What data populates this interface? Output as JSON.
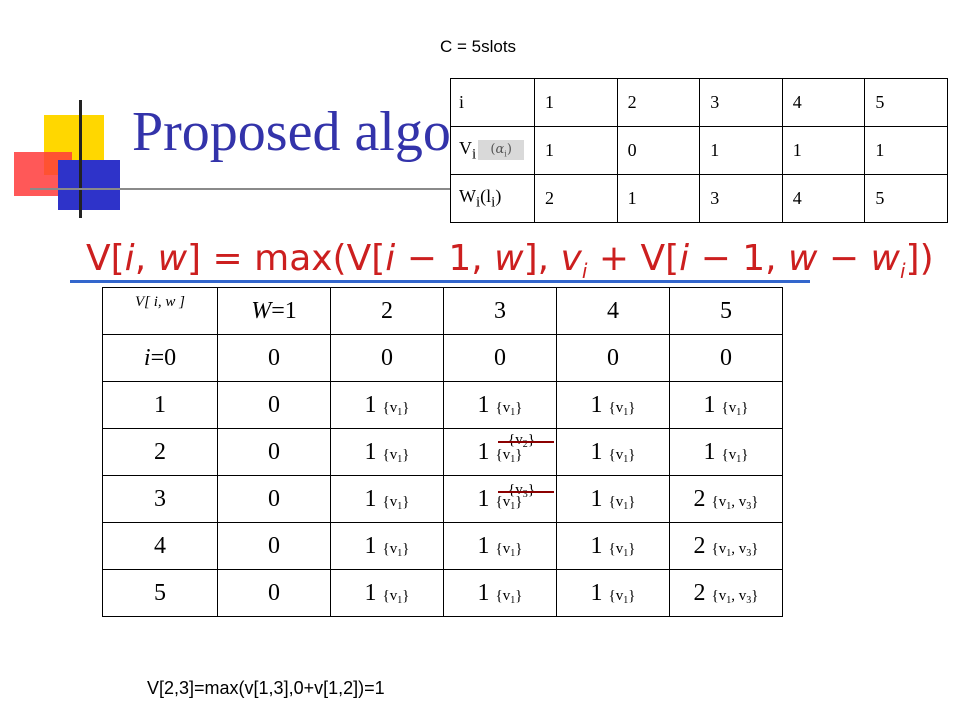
{
  "title": "Proposed algorithm",
  "capacity_note": "C = 5slots",
  "item_table": {
    "row_labels": [
      "i",
      "V",
      "W"
    ],
    "v_sub": "i",
    "w_sub": "i",
    "w_paren_open": "(l",
    "w_paren_sub": "i",
    "w_paren_close": ")",
    "values": [
      [
        "1",
        "2",
        "3",
        "4",
        "5"
      ],
      [
        "1",
        "0",
        "1",
        "1",
        "1"
      ],
      [
        "2",
        "1",
        "3",
        "4",
        "5"
      ]
    ]
  },
  "formula": {
    "part1": "V[",
    "i": "i",
    "comma1": ", ",
    "w": "w",
    "part2": "] = max(V[",
    "i2": "i",
    "part3": " − 1, ",
    "w2": "w",
    "part4": "], ",
    "v": "v",
    "v_sub": "i",
    "part5": " + V[",
    "i3": "i",
    "part6": " − 1, ",
    "w3": "w",
    "part7": " − ",
    "w4": "w",
    "w4_sub": "i",
    "part8": "])"
  },
  "dp_table": {
    "corner": "V[ i, w ]",
    "w_label": "W",
    "w_first": "=1",
    "headers": [
      "2",
      "3",
      "4",
      "5"
    ],
    "i_label": "i",
    "i_first": "=0",
    "zero_row": [
      "0",
      "0",
      "0",
      "0",
      "0"
    ],
    "rows": [
      {
        "i": "1",
        "cells": [
          "0",
          "1",
          "1",
          "1",
          "1"
        ]
      },
      {
        "i": "2",
        "cells": [
          "0",
          "1",
          "1",
          "1",
          "1"
        ]
      },
      {
        "i": "3",
        "cells": [
          "0",
          "1",
          "1",
          "1",
          "2"
        ]
      },
      {
        "i": "4",
        "cells": [
          "0",
          "1",
          "1",
          "1",
          "2"
        ]
      },
      {
        "i": "5",
        "cells": [
          "0",
          "1",
          "1",
          "1",
          "2"
        ]
      }
    ],
    "set_open": "{v",
    "set_sub1": "1",
    "set_close": "}",
    "set_pair_mid": ", v",
    "set_sub3": "3",
    "annot_v2": "{v",
    "annot_v2_sub": "2",
    "annot_v3": "{v",
    "annot_v3_sub": "3"
  },
  "example_note": "V[2,3]=max(v[1,3],0+v[1,2])=1"
}
